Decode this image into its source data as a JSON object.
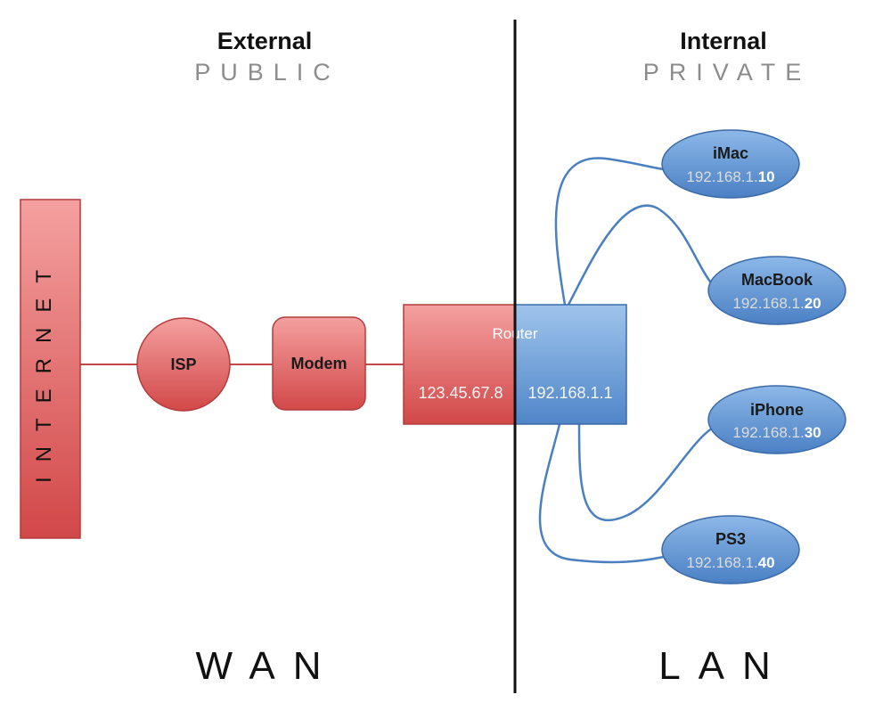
{
  "headers": {
    "external": "External",
    "public": "PUBLIC",
    "internal": "Internal",
    "private": "PRIVATE",
    "wan": "WAN",
    "lan": "LAN"
  },
  "internet": {
    "label": "INTERNET",
    "color": "#e05a5a"
  },
  "isp": {
    "label": "ISP"
  },
  "modem": {
    "label": "Modem"
  },
  "router": {
    "label": "Router",
    "wan_ip": "123.45.67.8",
    "lan_ip": "192.168.1.1",
    "wan_color": "#e05a5a",
    "lan_color": "#5b90d0"
  },
  "devices": [
    {
      "name": "iMac",
      "ip_prefix": "192.168.1.",
      "ip_suffix": "10"
    },
    {
      "name": "MacBook",
      "ip_prefix": "192.168.1.",
      "ip_suffix": "20"
    },
    {
      "name": "iPhone",
      "ip_prefix": "192.168.1.",
      "ip_suffix": "30"
    },
    {
      "name": "PS3",
      "ip_prefix": "192.168.1.",
      "ip_suffix": "40"
    }
  ],
  "colors": {
    "red": "#e05a5a",
    "red_stroke": "#b23c3c",
    "blue": "#5b90d0",
    "blue_stroke": "#3a6aa8",
    "divider": "#111111"
  }
}
